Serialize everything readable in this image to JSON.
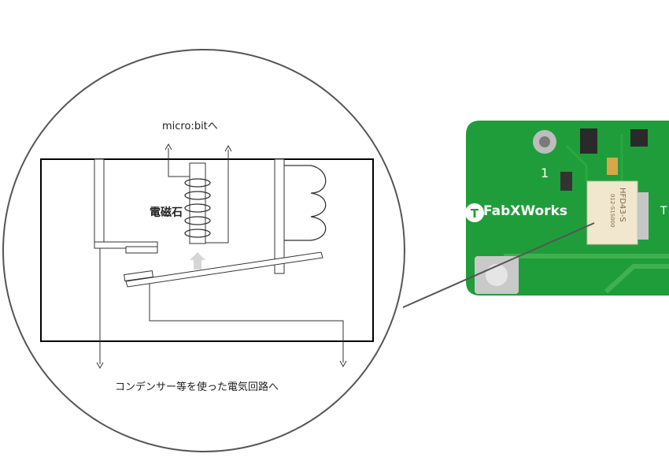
{
  "diagram": {
    "output_label": "micro:bitへ",
    "magnet_label": "電磁石",
    "circuit_label": "コンデンサー等を使った電気回路へ"
  },
  "pcb": {
    "brand": "FabXWorks",
    "number": "1",
    "partial_letter": "T",
    "relay_model": "HFD43-S",
    "relay_sub": "012-S1S000",
    "board_color": "#1f9d3a",
    "pad_color": "#c9c9c9"
  }
}
